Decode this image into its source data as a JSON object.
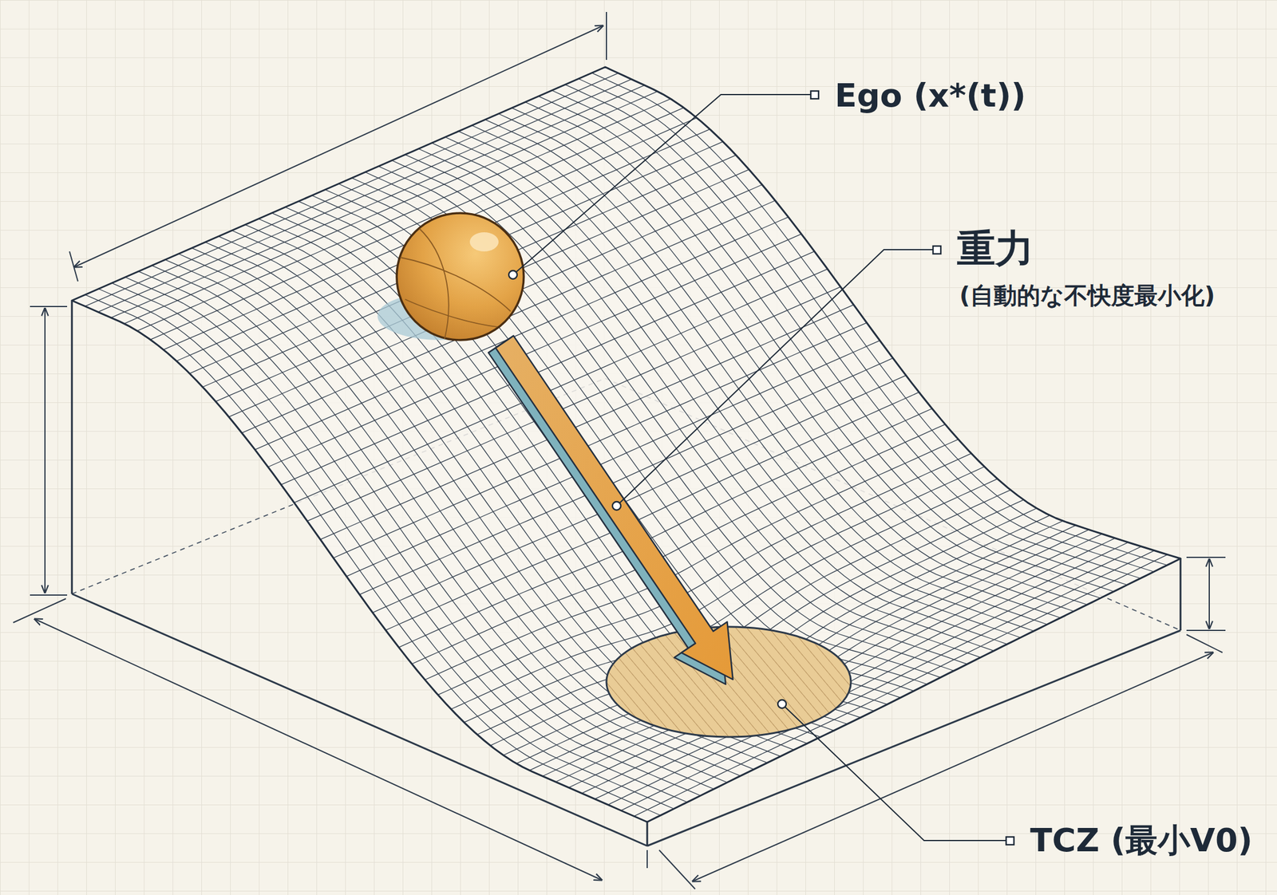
{
  "diagram": {
    "labels": [
      "Ego (x*(t))",
      "重力",
      "(自動的な不快度最小化)",
      "TCZ (最小V0)"
    ]
  }
}
